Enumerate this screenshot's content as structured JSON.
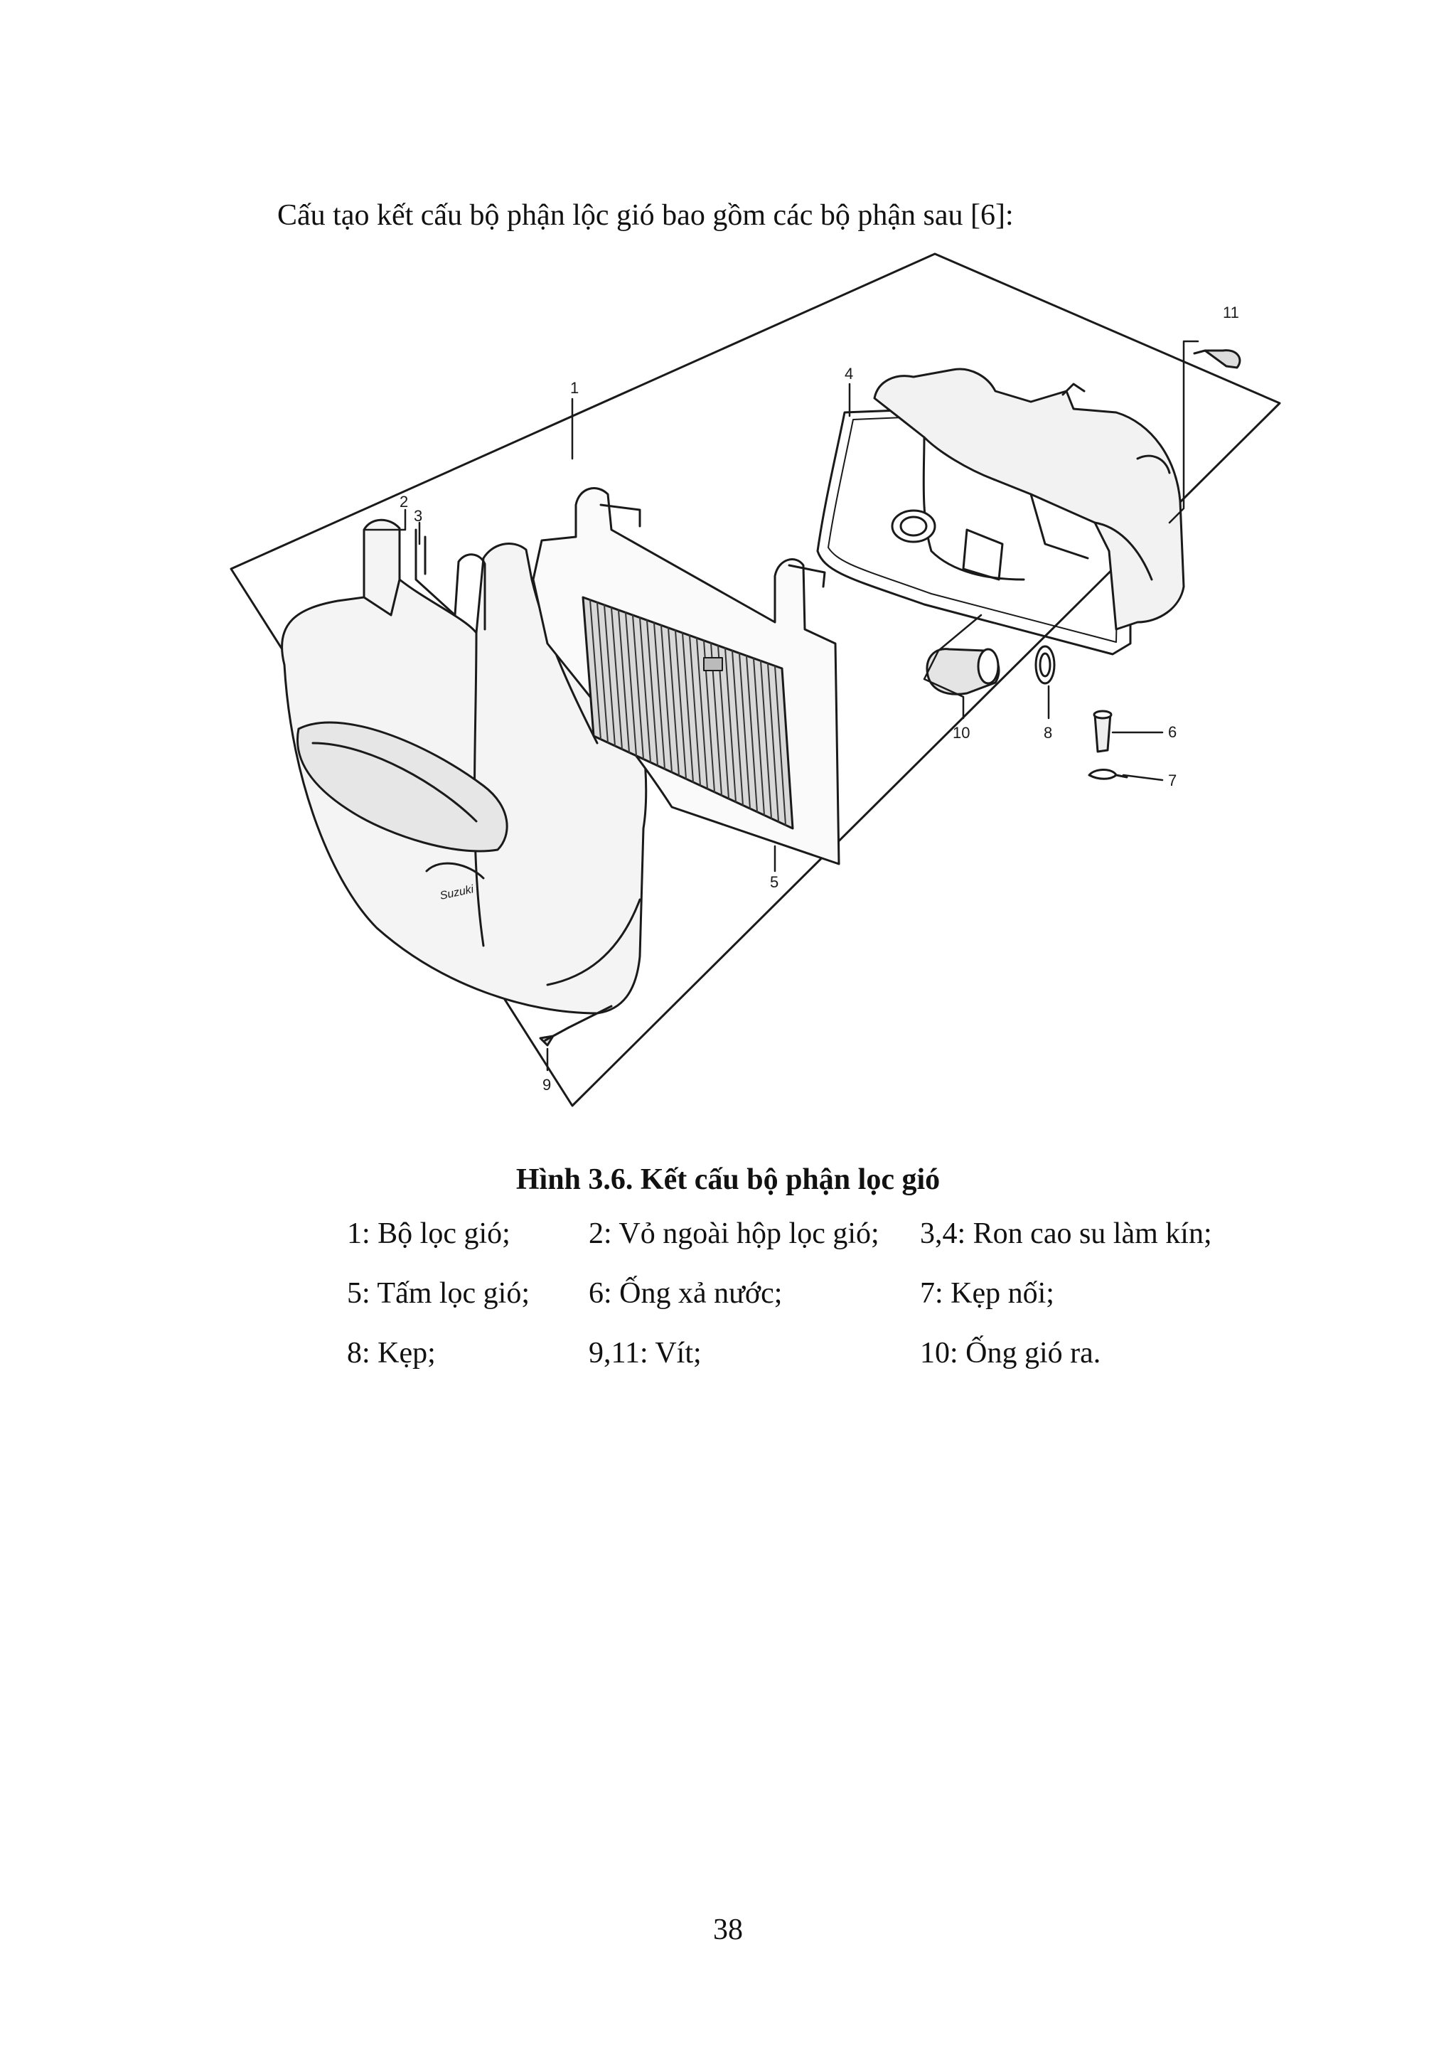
{
  "intro_text": "Cấu tạo kết cấu bộ phận lộc gió bao gồm các bộ phận sau [6]:",
  "figure": {
    "callouts": [
      "1",
      "2",
      "3",
      "4",
      "5",
      "6",
      "7",
      "8",
      "9",
      "10",
      "11"
    ],
    "filter_brand": "Suzuki"
  },
  "caption": "Hình 3.6. Kết cấu bộ phận lọc gió",
  "legend": [
    [
      "1: Bộ lọc gió;",
      "2: Vỏ ngoài hộp lọc gió;",
      "3,4: Ron cao su làm kín;"
    ],
    [
      "5: Tấm lọc gió;",
      "6: Ống xả nước;",
      "7: Kẹp nối;"
    ],
    [
      "8: Kẹp;",
      "9,11: Vít;",
      "10: Ống gió ra."
    ]
  ],
  "page_number": "38"
}
